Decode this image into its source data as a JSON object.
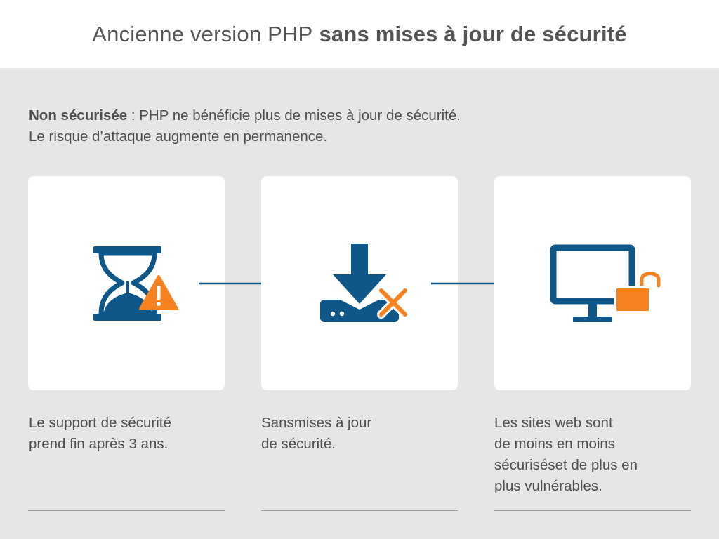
{
  "header": {
    "title_regular": "Ancienne version PHP",
    "title_bold": "sans mises à jour de sécurité"
  },
  "intro": {
    "label_bold": "Non sécurisée",
    "line1_rest": " : PHP ne bénéficie plus de mises à jour de sécurité.",
    "line2": "Le risque d’attaque augmente en permanence."
  },
  "steps": [
    {
      "icon": "hourglass-warning-icon",
      "caption_lines": [
        "Le support de sécurité",
        "prend fin après 3 ans."
      ]
    },
    {
      "icon": "download-blocked-icon",
      "caption_lines": [
        "Sansmises à jour",
        "de sécurité."
      ]
    },
    {
      "icon": "monitor-unlocked-icon",
      "caption_lines": [
        "Les sites web sont",
        "de moins en moins",
        "sécuriséset de plus en",
        "plus vulnérables."
      ]
    }
  ],
  "colors": {
    "blue": "#0f5789",
    "orange": "#f5821f",
    "background": "#e6e6e6",
    "card": "#ffffff"
  }
}
